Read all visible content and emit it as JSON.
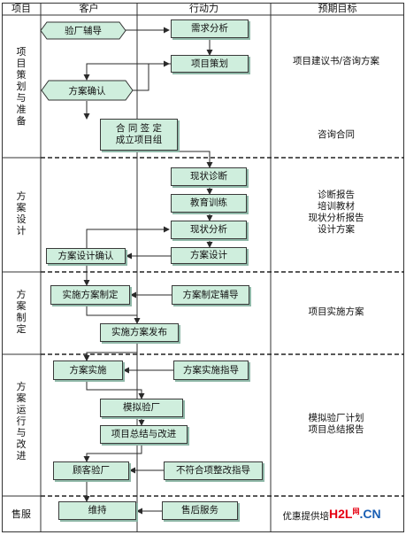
{
  "headers": {
    "stage": "项目",
    "client": "客户",
    "action": "行动力",
    "goal": "预期目标"
  },
  "stages": [
    {
      "id": "prep",
      "label": "项目策划与准备"
    },
    {
      "id": "design",
      "label": "方案设计"
    },
    {
      "id": "make",
      "label": "方案制定"
    },
    {
      "id": "run",
      "label": "方案运行与改进"
    },
    {
      "id": "after",
      "label": "售服"
    }
  ],
  "nodes": {
    "factory_tutor": "验厂辅导",
    "needs_analysis": "需求分析",
    "project_plan": "项目策划",
    "plan_confirm": "方案确认",
    "contract_sign": "合 同 签 定",
    "group_setup": "成立项目组",
    "status_diag": "现状诊断",
    "edu_train": "教育训练",
    "status_analysis": "现状分析",
    "plan_design": "方案设计",
    "design_confirm": "方案设计确认",
    "impl_plan_make": "实施方案制定",
    "plan_make_tutor": "方案制定辅导",
    "impl_plan_release": "实施方案发布",
    "plan_impl": "方案实施",
    "plan_impl_guide": "方案实施指导",
    "mock_audit": "模拟验厂",
    "summary_improve": "项目总结与改进",
    "client_audit": "顾客验厂",
    "noncon_guide": "不符合项整改指导",
    "maintain": "维持",
    "after_service": "售后服务"
  },
  "goals": {
    "prep_1": "项目建议书/咨询方案",
    "prep_2": "咨询合同",
    "design": [
      "诊断报告",
      "培训教材",
      "现状分析报告",
      "设计方案"
    ],
    "make": "项目实施方案",
    "run": [
      "模拟验厂计划",
      "项目总结报告"
    ],
    "after": "优惠提供培"
  },
  "watermark": {
    "main": "H2L",
    "sub": "网",
    "suffix": ".CN"
  },
  "colors": {
    "node_fill": "#cfeedd",
    "node_border": "#3a3a3a",
    "watermark_red": "#e60012",
    "watermark_blue": "#1a5fb4"
  }
}
